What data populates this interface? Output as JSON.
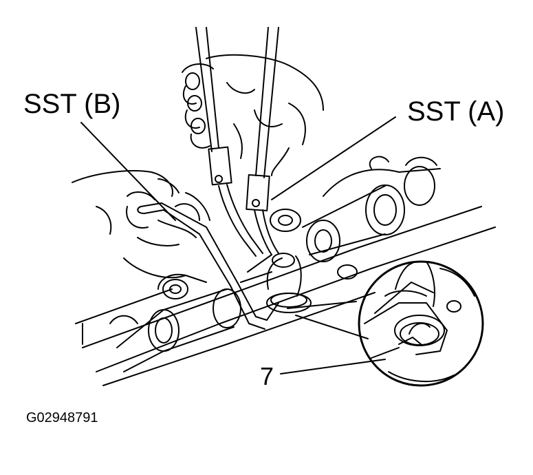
{
  "labels": {
    "sst_b": "SST (B)",
    "sst_a": "SST (A)",
    "part_7": "7",
    "figure_code": "G02948791"
  },
  "colors": {
    "ink": "#000000",
    "paper": "#ffffff"
  }
}
